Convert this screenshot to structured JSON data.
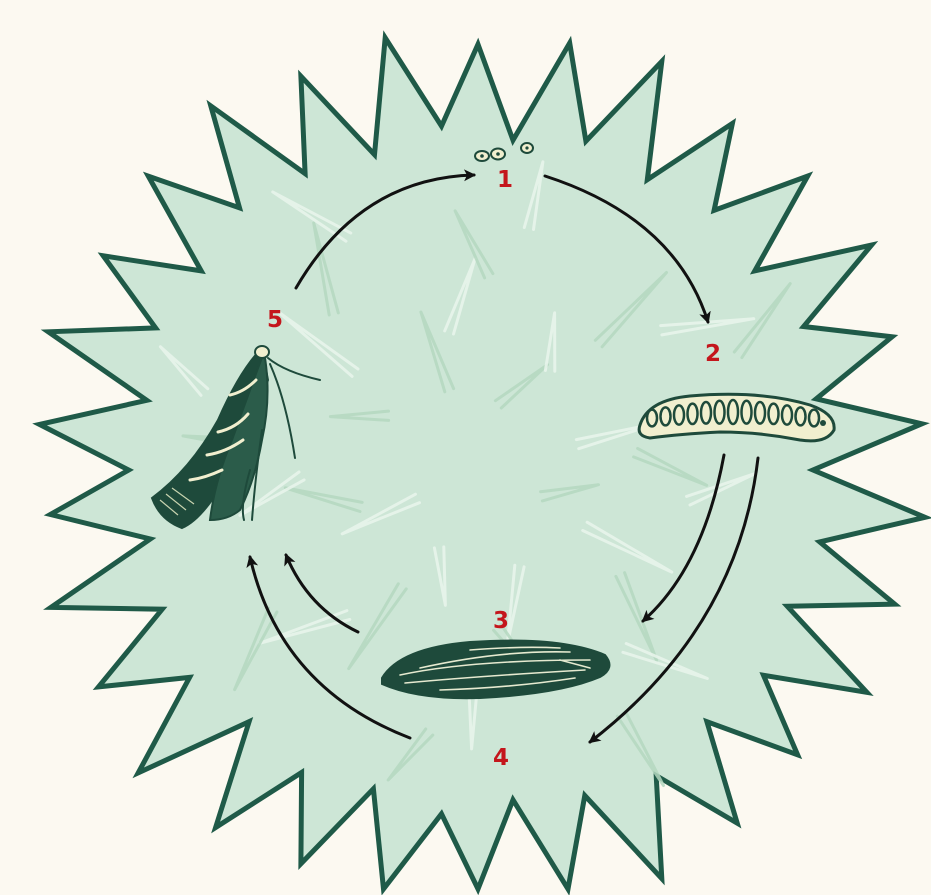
{
  "colors": {
    "background": "#fcf9f1",
    "burr_fill": "#cde6d6",
    "burr_outline": "#1f5a48",
    "burr_highlight": "#e9f4ec",
    "burr_shade": "#b4d7c0",
    "number": "#c4161c",
    "arrow": "#111111",
    "illustration_dark": "#1e4a3b",
    "illustration_light": "#f1efcf"
  },
  "stages": [
    {
      "number": "1",
      "icon": "eggs-icon"
    },
    {
      "number": "2",
      "icon": "larva-icon"
    },
    {
      "number": "3",
      "icon": "pupa-icon"
    },
    {
      "number": "4",
      "icon": ""
    },
    {
      "number": "5",
      "icon": "moth-icon"
    }
  ]
}
